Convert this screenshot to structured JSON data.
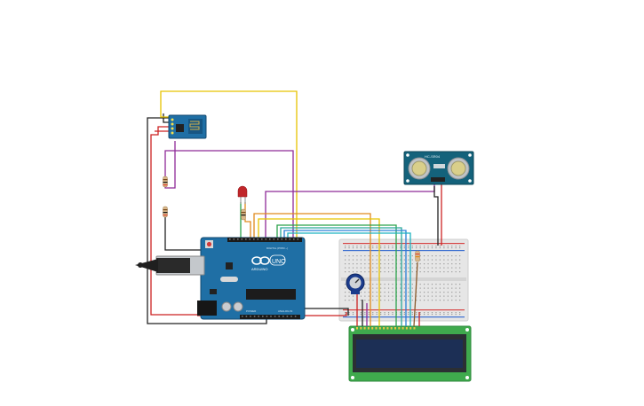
{
  "board": {
    "brand_label": "UNO",
    "model_label": "ARDUINO",
    "digital_label": "DIGITAL (PWM ~)",
    "analog_label": "ANALOG IN",
    "power_label": "POWER",
    "infinity_symbol": "∞"
  },
  "sensor": {
    "label": "HC-SR04"
  },
  "lcd": {
    "text_line1": "",
    "text_line2": ""
  },
  "colors": {
    "board": "#1f6fa5",
    "board_dark": "#175683",
    "sensor_board": "#14627b",
    "lcd_pcb": "#3faa4d",
    "lcd_screen": "#1c2f55",
    "breadboard": "#e6e6e6",
    "wire_red": "#cc2222",
    "wire_black": "#222222",
    "wire_yellow": "#e6c300",
    "wire_purple": "#8e2a98",
    "wire_green": "#2aa24a",
    "wire_orange": "#e08a1e",
    "wire_blue": "#2a7fd6",
    "wire_cyan": "#1fb3c0",
    "wire_brown": "#8a5a2b",
    "wire_teal": "#2aa89a"
  }
}
